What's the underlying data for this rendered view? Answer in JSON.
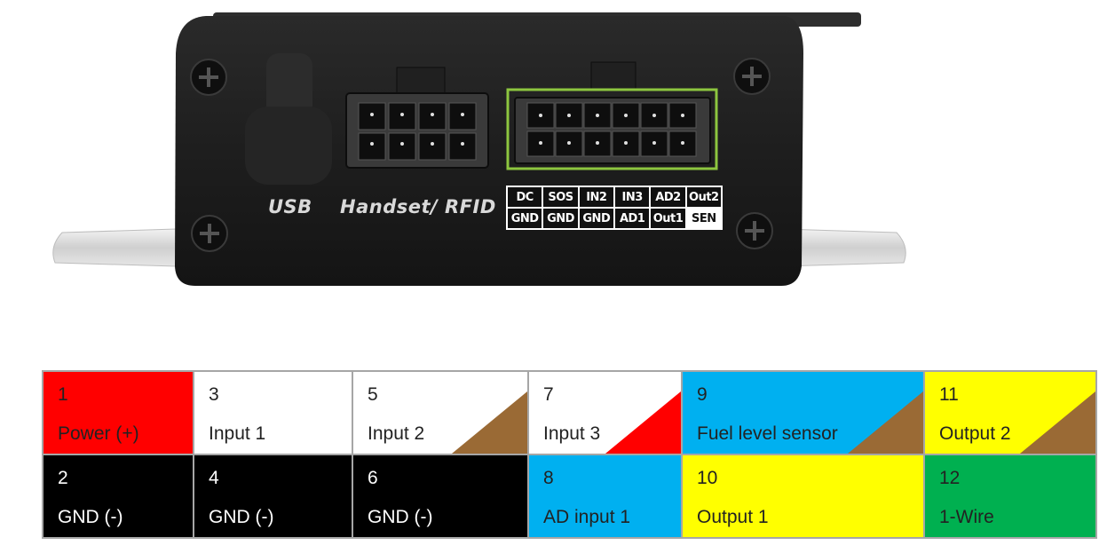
{
  "device": {
    "labels": {
      "usb": "USB",
      "handset_rfid": "Handset/ RFID"
    },
    "pin_labels": {
      "top_row": [
        "DC",
        "SOS",
        "IN2",
        "IN3",
        "AD2",
        "Out2"
      ],
      "bottom_row": [
        "GND",
        "GND",
        "GND",
        "AD1",
        "Out1",
        "SEN"
      ]
    },
    "highlight_color": "#8dc63f"
  },
  "pin_table": {
    "rows": [
      [
        {
          "number": "1",
          "label": "Power (+)",
          "bg": "#ff0000",
          "text_color": "#222222",
          "stripe": null
        },
        {
          "number": "3",
          "label": "Input 1",
          "bg": "#ffffff",
          "text_color": "#222222",
          "stripe": null
        },
        {
          "number": "5",
          "label": "Input 2",
          "bg": "#ffffff",
          "text_color": "#222222",
          "stripe": "#9a6a35"
        },
        {
          "number": "7",
          "label": "Input 3",
          "bg": "#ffffff",
          "text_color": "#222222",
          "stripe": "#ff0000"
        },
        {
          "number": "9",
          "label": "Fuel level sensor",
          "bg": "#00b0f0",
          "text_color": "#222222",
          "stripe": "#9a6a35"
        },
        {
          "number": "11",
          "label": "Output 2",
          "bg": "#ffff00",
          "text_color": "#222222",
          "stripe": "#9a6a35"
        }
      ],
      [
        {
          "number": "2",
          "label": "GND (-)",
          "bg": "#000000",
          "text_color": "#ffffff",
          "stripe": null
        },
        {
          "number": "4",
          "label": "GND (-)",
          "bg": "#000000",
          "text_color": "#ffffff",
          "stripe": null
        },
        {
          "number": "6",
          "label": "GND (-)",
          "bg": "#000000",
          "text_color": "#ffffff",
          "stripe": null
        },
        {
          "number": "8",
          "label": "AD input 1",
          "bg": "#00b0f0",
          "text_color": "#222222",
          "stripe": null
        },
        {
          "number": "10",
          "label": "Output 1",
          "bg": "#ffff00",
          "text_color": "#222222",
          "stripe": null
        },
        {
          "number": "12",
          "label": "1-Wire",
          "bg": "#00b050",
          "text_color": "#222222",
          "stripe": null
        }
      ]
    ]
  }
}
